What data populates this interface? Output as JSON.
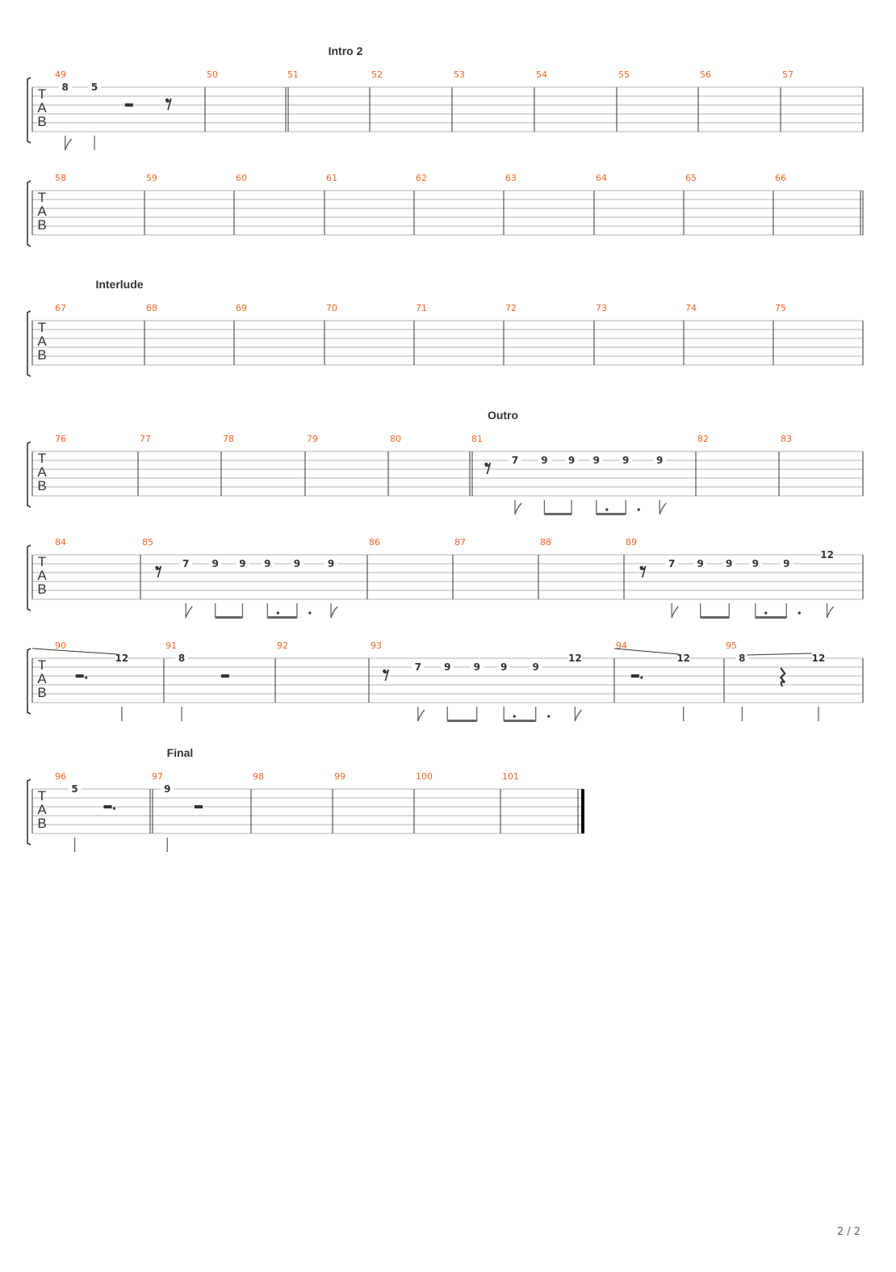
{
  "page": {
    "page_number": "2 / 2"
  },
  "tab_clef": [
    "T",
    "A",
    "B"
  ],
  "colors": {
    "measure_number": "#f26522",
    "staff_line": "#b3b3b3",
    "notation": "#333333",
    "stem": "#666666"
  },
  "systems": [
    {
      "section_label": "Intro 2",
      "measures": [
        {
          "number": "49",
          "notes": [
            {
              "pos": 0.19,
              "fret": "8",
              "string": 1,
              "stem": "flag"
            },
            {
              "pos": 0.36,
              "fret": "5",
              "string": 1,
              "stem": "plain"
            },
            {
              "pos": 0.56,
              "rest": "half"
            },
            {
              "pos": 0.79,
              "rest": "eighth"
            }
          ]
        },
        {
          "number": "50",
          "notes": []
        },
        {
          "number": "51",
          "start_repeat": true,
          "notes": []
        },
        {
          "number": "52",
          "notes": []
        },
        {
          "number": "53",
          "notes": []
        },
        {
          "number": "54",
          "notes": []
        },
        {
          "number": "55",
          "notes": []
        },
        {
          "number": "56",
          "notes": []
        },
        {
          "number": "57",
          "notes": []
        }
      ]
    },
    {
      "section_label": "",
      "measures": [
        {
          "number": "58",
          "notes": []
        },
        {
          "number": "59",
          "notes": []
        },
        {
          "number": "60",
          "notes": []
        },
        {
          "number": "61",
          "notes": []
        },
        {
          "number": "62",
          "notes": []
        },
        {
          "number": "63",
          "notes": []
        },
        {
          "number": "64",
          "notes": []
        },
        {
          "number": "65",
          "notes": []
        },
        {
          "number": "66",
          "end_double": true,
          "notes": []
        }
      ]
    },
    {
      "section_label": "Interlude",
      "measures": [
        {
          "number": "67",
          "notes": []
        },
        {
          "number": "68",
          "notes": []
        },
        {
          "number": "69",
          "notes": []
        },
        {
          "number": "70",
          "notes": []
        },
        {
          "number": "71",
          "notes": []
        },
        {
          "number": "72",
          "notes": []
        },
        {
          "number": "73",
          "notes": []
        },
        {
          "number": "74",
          "notes": []
        },
        {
          "number": "75",
          "notes": []
        }
      ]
    },
    {
      "section_label": "Outro",
      "measures": [
        {
          "number": "76",
          "notes": []
        },
        {
          "number": "77",
          "notes": []
        },
        {
          "number": "78",
          "notes": []
        },
        {
          "number": "79",
          "notes": []
        },
        {
          "number": "80",
          "notes": []
        },
        {
          "number": "81",
          "start_repeat": true,
          "notes": [
            {
              "pos": 0.08,
              "rest": "eighth"
            },
            {
              "pos": 0.2,
              "fret": "7",
              "string": 2,
              "stem": "flag"
            },
            {
              "pos": 0.33,
              "fret": "9",
              "string": 2,
              "stem": "beam_start"
            },
            {
              "pos": 0.45,
              "fret": "9",
              "string": 2,
              "stem": "beam_end"
            },
            {
              "pos": 0.56,
              "fret": "9",
              "string": 2,
              "stem": "beam_start",
              "dotted": true
            },
            {
              "pos": 0.69,
              "fret": "9",
              "string": 2,
              "stem": "beam_end",
              "dot_after": true
            },
            {
              "pos": 0.84,
              "fret": "9",
              "string": 2,
              "stem": "flag"
            }
          ]
        },
        {
          "number": "82",
          "notes": []
        },
        {
          "number": "83",
          "notes": []
        }
      ]
    },
    {
      "section_label": "",
      "measures": [
        {
          "number": "84",
          "notes": []
        },
        {
          "number": "85",
          "notes": [
            {
              "pos": 0.08,
              "rest": "eighth"
            },
            {
              "pos": 0.2,
              "fret": "7",
              "string": 2,
              "stem": "flag"
            },
            {
              "pos": 0.33,
              "fret": "9",
              "string": 2,
              "stem": "beam_start"
            },
            {
              "pos": 0.45,
              "fret": "9",
              "string": 2,
              "stem": "beam_end"
            },
            {
              "pos": 0.56,
              "fret": "9",
              "string": 2,
              "stem": "beam_start",
              "dotted": true
            },
            {
              "pos": 0.69,
              "fret": "9",
              "string": 2,
              "stem": "beam_end",
              "dot_after": true
            },
            {
              "pos": 0.84,
              "fret": "9",
              "string": 2,
              "stem": "flag"
            }
          ]
        },
        {
          "number": "86",
          "notes": []
        },
        {
          "number": "87",
          "notes": []
        },
        {
          "number": "88",
          "notes": []
        },
        {
          "number": "89",
          "notes": [
            {
              "pos": 0.08,
              "rest": "eighth"
            },
            {
              "pos": 0.2,
              "fret": "7",
              "string": 2,
              "stem": "flag"
            },
            {
              "pos": 0.32,
              "fret": "9",
              "string": 2,
              "stem": "beam_start"
            },
            {
              "pos": 0.44,
              "fret": "9",
              "string": 2,
              "stem": "beam_end"
            },
            {
              "pos": 0.55,
              "fret": "9",
              "string": 2,
              "stem": "beam_start",
              "dotted": true
            },
            {
              "pos": 0.68,
              "fret": "9",
              "string": 2,
              "stem": "beam_end",
              "dot_after": true
            },
            {
              "pos": 0.85,
              "fret": "12",
              "string": 1,
              "stem": "flag",
              "tie_out": true
            }
          ]
        }
      ]
    },
    {
      "section_label": "",
      "measures": [
        {
          "number": "90",
          "notes": [
            {
              "pos": 0.36,
              "rest": "half-dotted"
            },
            {
              "pos": 0.68,
              "fret": "12",
              "string": 1,
              "stem": "plain",
              "tie_in": true
            }
          ]
        },
        {
          "number": "91",
          "notes": [
            {
              "pos": 0.16,
              "fret": "8",
              "string": 1,
              "stem": "plain"
            },
            {
              "pos": 0.55,
              "rest": "half"
            }
          ]
        },
        {
          "number": "92",
          "notes": []
        },
        {
          "number": "93",
          "notes": [
            {
              "pos": 0.07,
              "rest": "eighth"
            },
            {
              "pos": 0.2,
              "fret": "7",
              "string": 2,
              "stem": "flag"
            },
            {
              "pos": 0.32,
              "fret": "9",
              "string": 2,
              "stem": "beam_start"
            },
            {
              "pos": 0.44,
              "fret": "9",
              "string": 2,
              "stem": "beam_end"
            },
            {
              "pos": 0.55,
              "fret": "9",
              "string": 2,
              "stem": "beam_start",
              "dotted": true
            },
            {
              "pos": 0.68,
              "fret": "9",
              "string": 2,
              "stem": "beam_end",
              "dot_after": true
            },
            {
              "pos": 0.84,
              "fret": "12",
              "string": 1,
              "stem": "flag",
              "tie_out": true
            }
          ]
        },
        {
          "number": "94",
          "notes": [
            {
              "pos": 0.19,
              "rest": "half-dotted"
            },
            {
              "pos": 0.63,
              "fret": "12",
              "string": 1,
              "stem": "plain",
              "tie_in": true
            }
          ]
        },
        {
          "number": "95",
          "notes": [
            {
              "pos": 0.13,
              "fret": "8",
              "string": 1,
              "stem": "plain",
              "slide_out": true
            },
            {
              "pos": 0.42,
              "rest": "quarter"
            },
            {
              "pos": 0.68,
              "fret": "12",
              "string": 1,
              "stem": "plain",
              "slide_in": true
            }
          ]
        }
      ]
    },
    {
      "section_label": "Final",
      "measures": [
        {
          "number": "96",
          "notes": [
            {
              "pos": 0.36,
              "fret": "5",
              "string": 1,
              "stem": "plain"
            },
            {
              "pos": 0.64,
              "rest": "half-dotted"
            }
          ]
        },
        {
          "number": "97",
          "start_repeat": true,
          "notes": [
            {
              "pos": 0.17,
              "fret": "9",
              "string": 1,
              "stem": "plain"
            },
            {
              "pos": 0.48,
              "rest": "half"
            }
          ]
        },
        {
          "number": "98",
          "notes": []
        },
        {
          "number": "99",
          "notes": []
        },
        {
          "number": "100",
          "notes": []
        },
        {
          "number": "101",
          "end_final": true,
          "notes": []
        }
      ]
    }
  ]
}
